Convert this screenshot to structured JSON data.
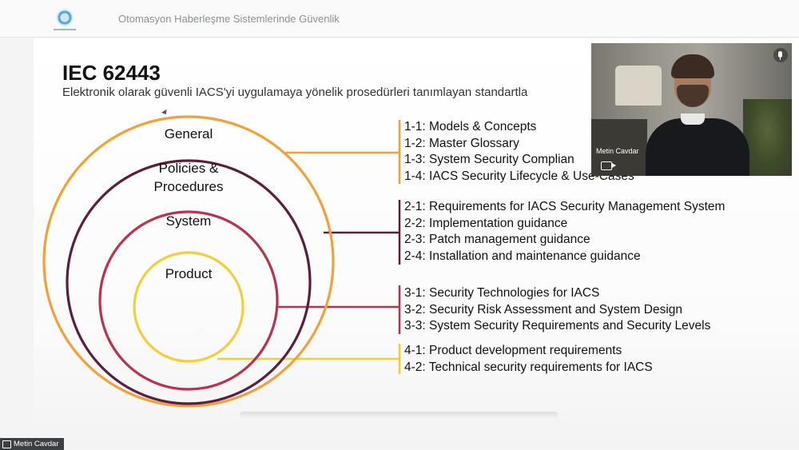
{
  "header": {
    "title": "Otomasyon Haberleşme Sistemlerinde Güvenlik"
  },
  "slide": {
    "title": "IEC 62443",
    "subtitle": "Elektronik olarak güvenli IACS'yi uygulamaya yönelik prosedürleri tanımlayan standartla",
    "circles": {
      "general": "General",
      "policies_line1": "Policies &",
      "policies_line2": "Procedures",
      "system": "System",
      "product": "Product"
    },
    "groups": [
      {
        "color": "#f0a23a",
        "items": [
          "1-1: Models & Concepts",
          "1-2: Master Glossary",
          "1-3: System Security Complian",
          "1-4: IACS Security Lifecycle & Use-Cases"
        ]
      },
      {
        "color": "#5b1e3e",
        "items": [
          "2-1: Requirements for IACS Security Management System",
          "2-2: Implementation guidance",
          "2-3: Patch management guidance",
          "2-4: Installation and maintenance guidance"
        ]
      },
      {
        "color": "#b83350",
        "items": [
          "3-1: Security Technologies for IACS",
          "3-2: Security Risk Assessment and System Design",
          "3-3: System Security Requirements and Security Levels"
        ]
      },
      {
        "color": "#f2cf3a",
        "items": [
          "4-1: Product development requirements",
          "4-2: Technical security requirements for IACS"
        ]
      }
    ]
  },
  "video": {
    "participant_name": "Metin Cavdar",
    "mic_icon": "mic-icon",
    "camera_icon": "camera-icon"
  },
  "footer": {
    "participant_label": "Metin Cavdar"
  },
  "colors": {
    "orange": "#f0a23a",
    "plum": "#5b1e3e",
    "crimson": "#b83350",
    "yellow": "#f2cf3a"
  }
}
